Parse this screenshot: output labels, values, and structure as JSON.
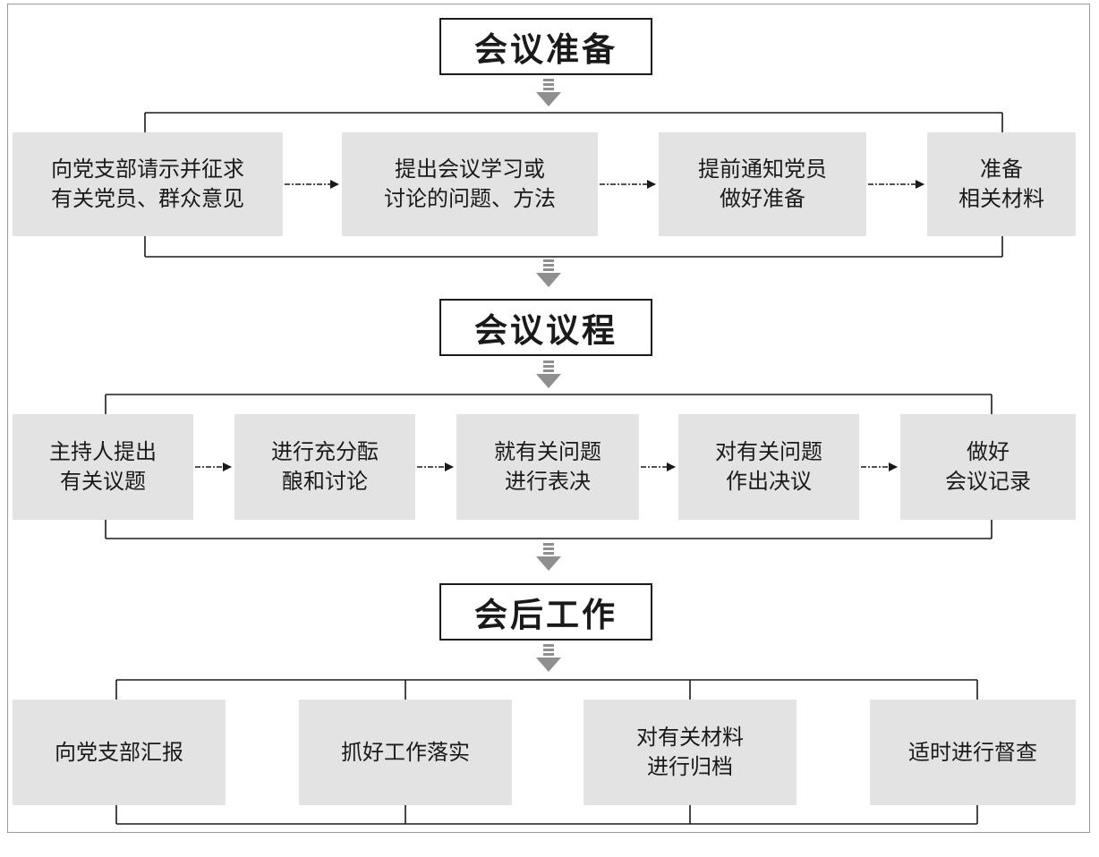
{
  "sections": [
    {
      "title": "会议准备",
      "steps": [
        [
          "向党支部请示并征求",
          "有关党员、群众意见"
        ],
        [
          "提出会议学习或",
          "讨论的问题、方法"
        ],
        [
          "提前通知党员",
          "做好准备"
        ],
        [
          "准备",
          "相关材料"
        ]
      ]
    },
    {
      "title": "会议议程",
      "steps": [
        [
          "主持人提出",
          "有关议题"
        ],
        [
          "进行充分酝",
          "酿和讨论"
        ],
        [
          "就有关问题",
          "进行表决"
        ],
        [
          "对有关问题",
          "作出决议"
        ],
        [
          "做好",
          "会议记录"
        ]
      ]
    },
    {
      "title": "会后工作",
      "steps": [
        [
          "向党支部汇报"
        ],
        [
          "抓好工作落实"
        ],
        [
          "对有关材料",
          "进行归档"
        ],
        [
          "适时进行督查"
        ]
      ]
    }
  ],
  "colors": {
    "box_fill": "#e3e3e3",
    "arrow_gray": "#8f8f8f",
    "line": "#1a1a1a"
  }
}
